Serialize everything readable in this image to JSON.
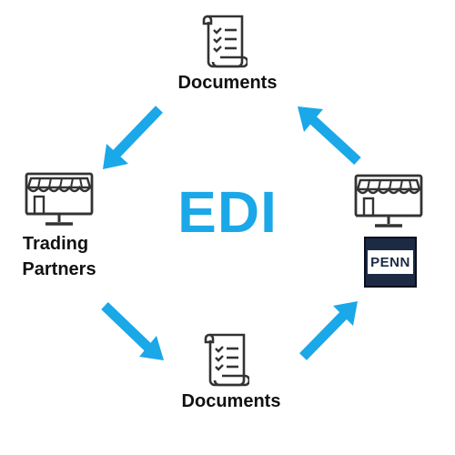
{
  "center": {
    "title": "EDI"
  },
  "nodes": {
    "top": {
      "label": "Documents",
      "icon": "document-checklist-icon"
    },
    "bottom": {
      "label": "Documents",
      "icon": "document-checklist-icon"
    },
    "left": {
      "label_line1": "Trading",
      "label_line2": "Partners",
      "icon": "storefront-monitor-icon"
    },
    "right": {
      "icon": "storefront-monitor-icon",
      "logo_text": "PENN"
    }
  },
  "colors": {
    "accent": "#1aa8e8",
    "arrow": "#1aa8e8",
    "icon_stroke": "#333333",
    "text": "#111111",
    "logo_bg": "#1c2a44"
  }
}
